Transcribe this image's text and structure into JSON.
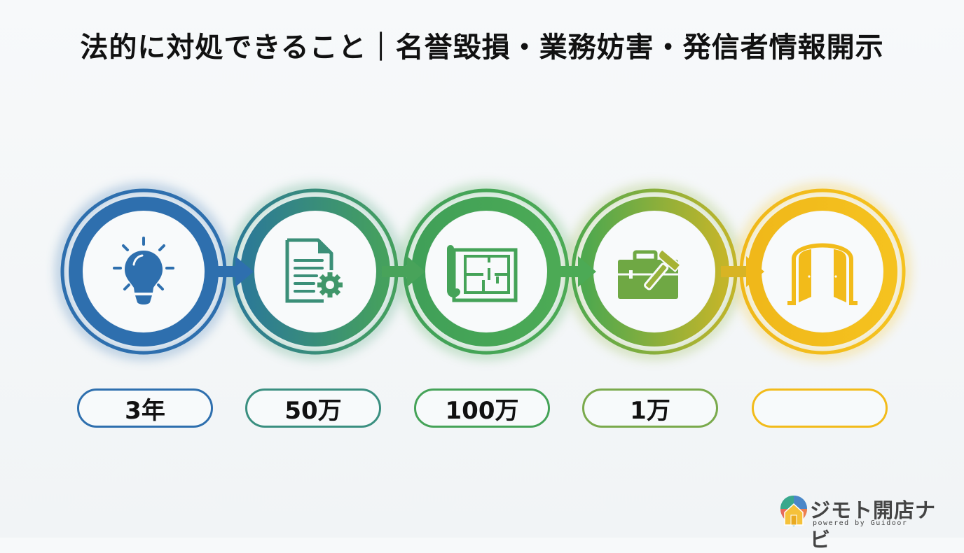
{
  "title": "法的に対処できること｜名誉毀損・業務妨害・発信者情報開示",
  "steps": [
    {
      "icon": "lightbulb-icon",
      "color": "#2e6fae",
      "label": "3年"
    },
    {
      "icon": "document-gear-icon",
      "color": "#3a9070",
      "label": "50万"
    },
    {
      "icon": "blueprint-icon",
      "color": "#45a358",
      "label": "100万"
    },
    {
      "icon": "toolbox-hammer-icon",
      "color": "#6aaa45",
      "label": "1万"
    },
    {
      "icon": "open-door-icon",
      "color": "#f2bb1a",
      "label": ""
    }
  ],
  "colors": {
    "blue": "#2e6fae",
    "teal": "#2f8a84",
    "green": "#45a358",
    "olive": "#9ab33a",
    "yellow": "#f2bb1a"
  },
  "logo": {
    "name": "ジモト開店ナビ",
    "sub": "powered by Guidoor"
  }
}
